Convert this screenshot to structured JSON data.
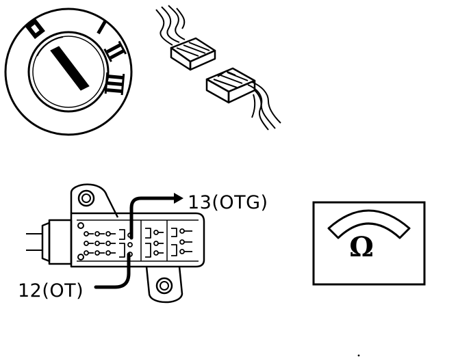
{
  "figure": {
    "ignition_switch": {
      "positions": [
        "0",
        "I",
        "II",
        "III"
      ]
    },
    "connector": {
      "terminal_in": "12(OT)",
      "terminal_out": "13(OTG)"
    },
    "ohmmeter": {
      "symbol": "Ω"
    }
  },
  "colors": {
    "ink": "#000000",
    "paper": "#ffffff"
  }
}
